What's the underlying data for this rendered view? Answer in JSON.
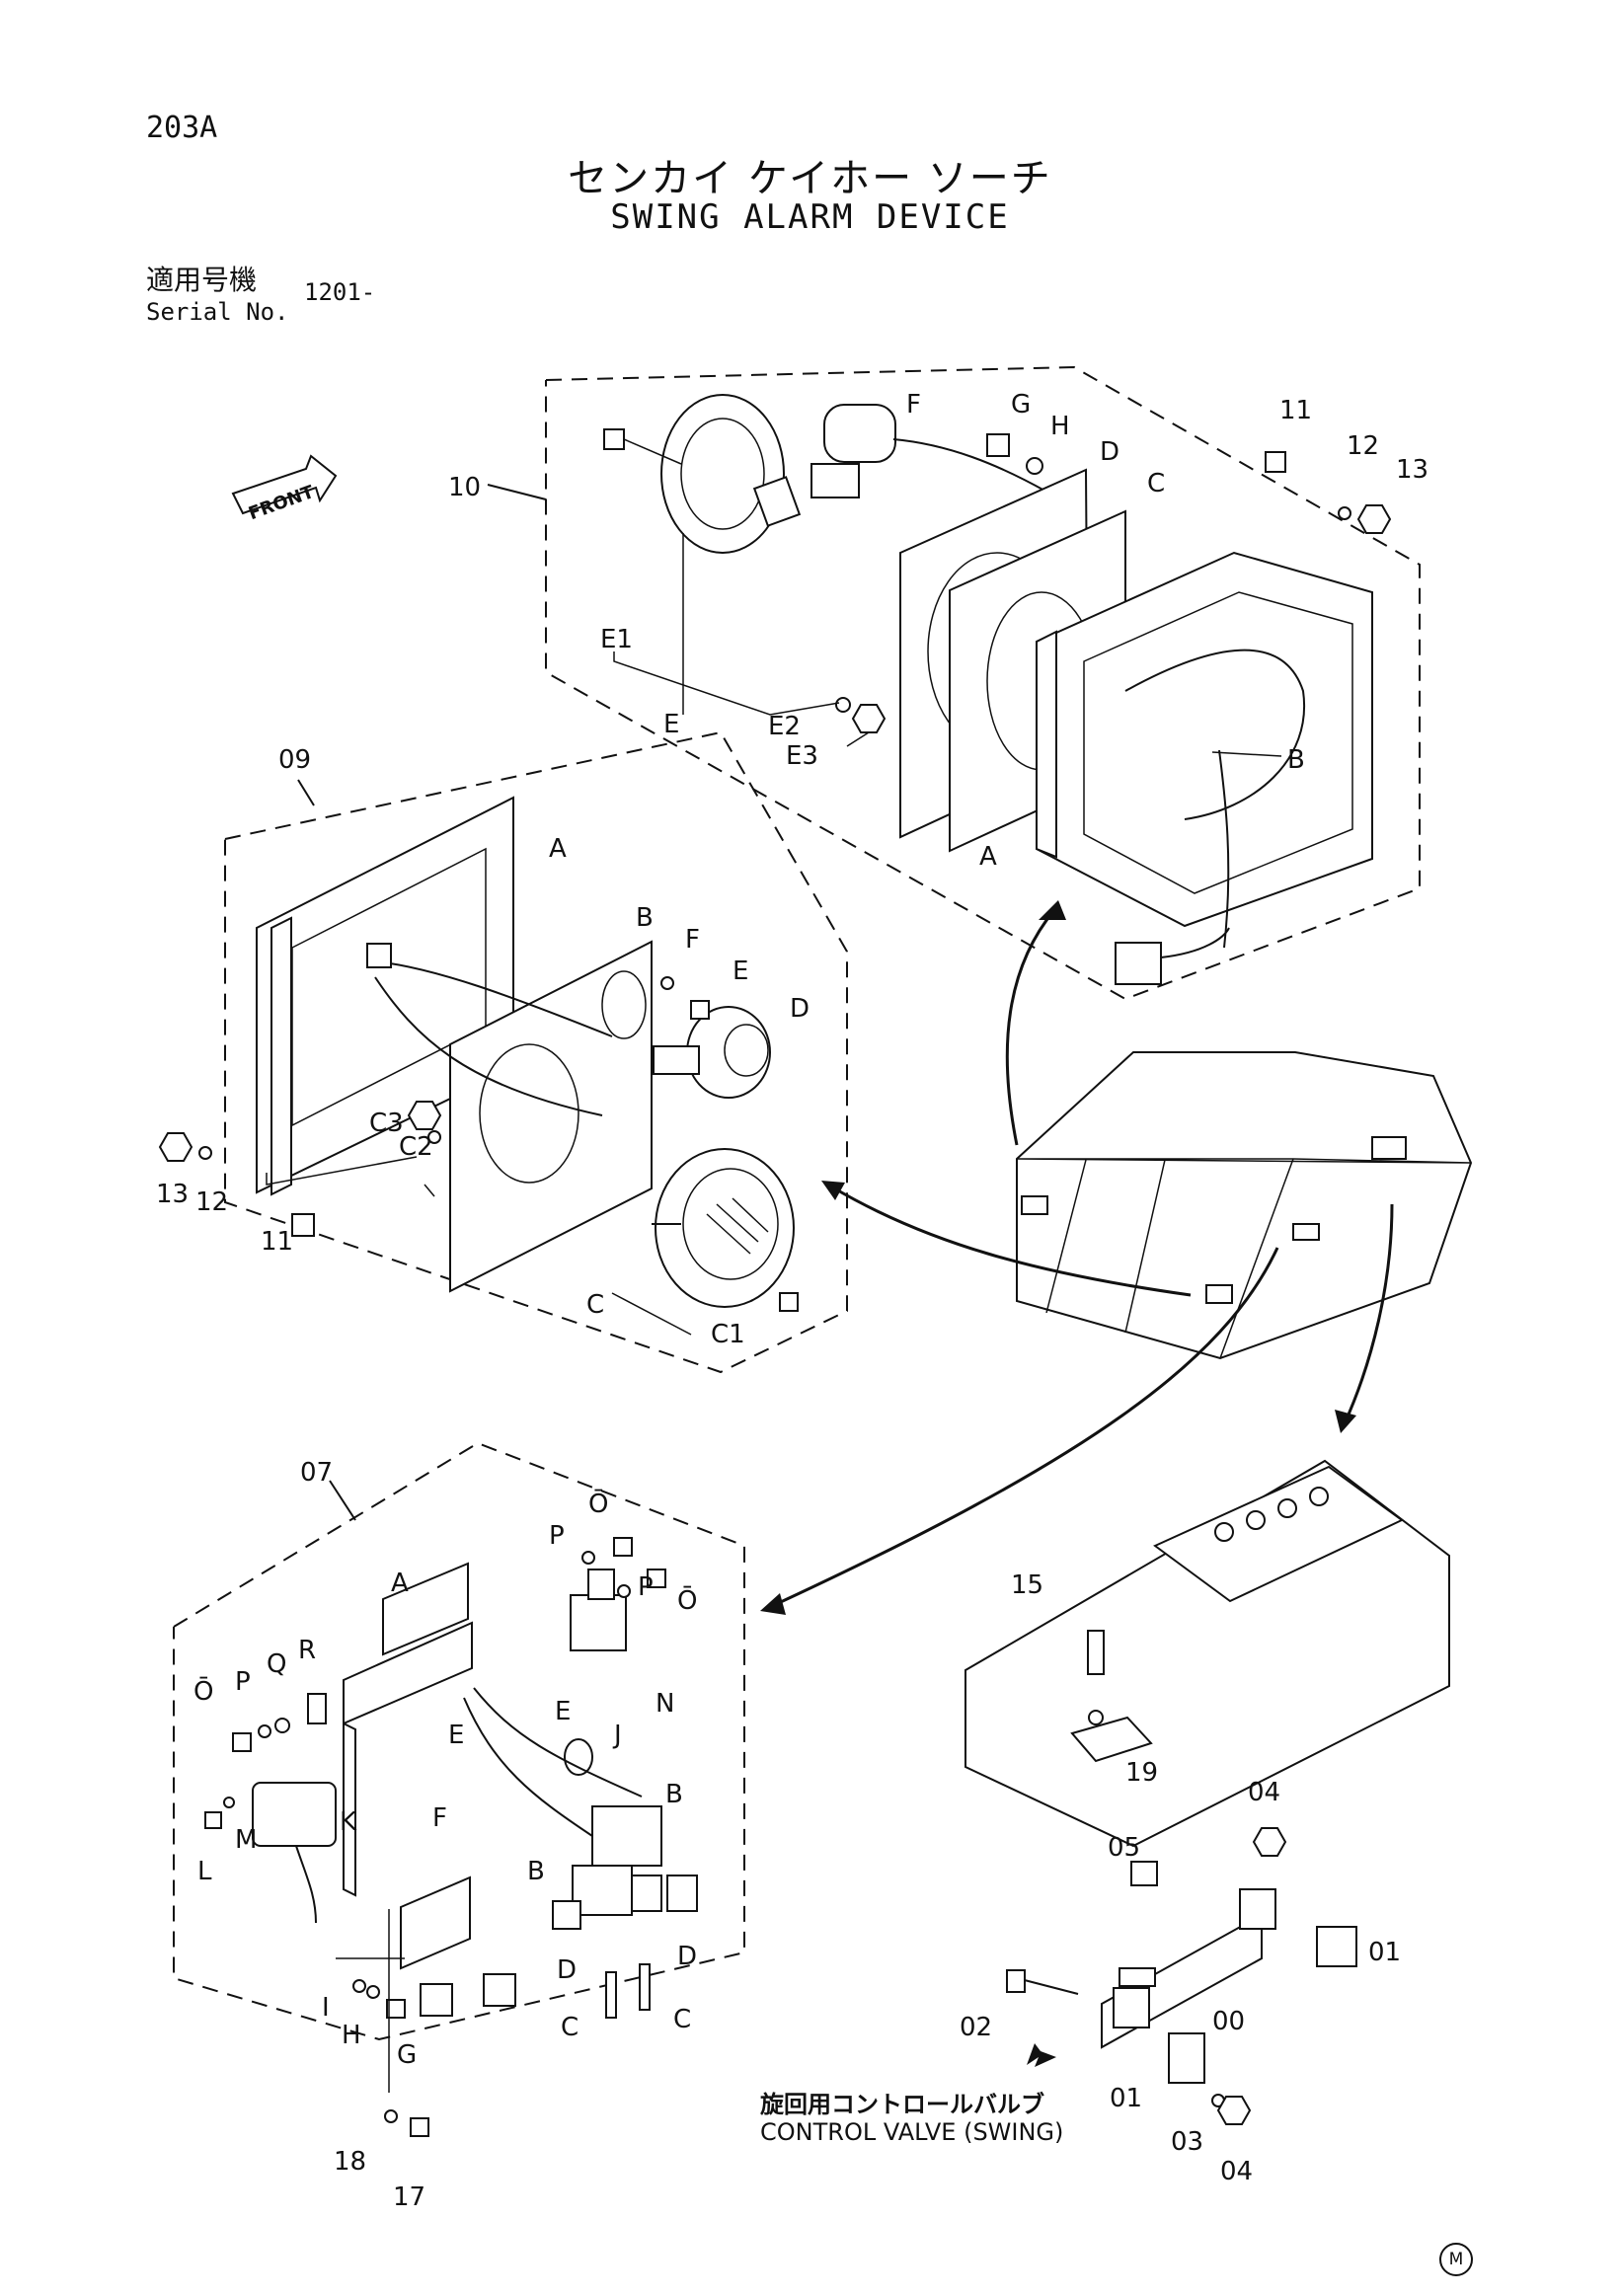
{
  "header": {
    "page_code": "203A",
    "title_jp": "センカイ ケイホー ソーチ",
    "title_en": "SWING ALARM DEVICE",
    "serial_label_jp": "適用号機",
    "serial_label_en": "Serial No.",
    "serial_value": "1201-"
  },
  "front_label": "FRONT",
  "control_valve": {
    "label_jp": "旋回用コントロールバルブ",
    "label_en": "CONTROL VALVE (SWING)"
  },
  "mark": "M",
  "callouts": {
    "a10": "10",
    "a10_11": "11",
    "a10_12": "12",
    "a10_13": "13",
    "a10_F": "F",
    "a10_G": "G",
    "a10_H": "H",
    "a10_D": "D",
    "a10_C": "C",
    "a10_E1": "E1",
    "a10_E": "E",
    "a10_E2": "E2",
    "a10_E3": "E3",
    "a10_B": "B",
    "a10_A": "A",
    "a09": "09",
    "a09_A": "A",
    "a09_B": "B",
    "a09_F": "F",
    "a09_E": "E",
    "a09_D": "D",
    "a09_C3": "C3",
    "a09_C2": "C2",
    "a09_13": "13",
    "a09_12": "12",
    "a09_11": "11",
    "a09_C": "C",
    "a09_C1": "C1",
    "a07": "07",
    "a07_O1": "Ō",
    "a07_P1": "P",
    "a07_O2": "Ō",
    "a07_P2": "P",
    "a07_A": "A",
    "a07_R": "R",
    "a07_Q": "Q",
    "a07_P3": "P",
    "a07_O3": "Ō",
    "a07_N": "N",
    "a07_E1": "E",
    "a07_E2": "E",
    "a07_J": "J",
    "a07_K": "K",
    "a07_M": "M",
    "a07_L": "L",
    "a07_B1": "B",
    "a07_F": "F",
    "a07_B2": "B",
    "a07_D1": "D",
    "a07_D2": "D",
    "a07_I": "I",
    "a07_H": "H",
    "a07_G": "G",
    "a07_C1": "C",
    "a07_C2": "C",
    "a07_18": "18",
    "a07_17": "17",
    "b15": "15",
    "b19": "19",
    "b04a": "04",
    "b05": "05",
    "b01a": "01",
    "b02": "02",
    "b00": "00",
    "b01b": "01",
    "b03": "03",
    "b04b": "04"
  }
}
